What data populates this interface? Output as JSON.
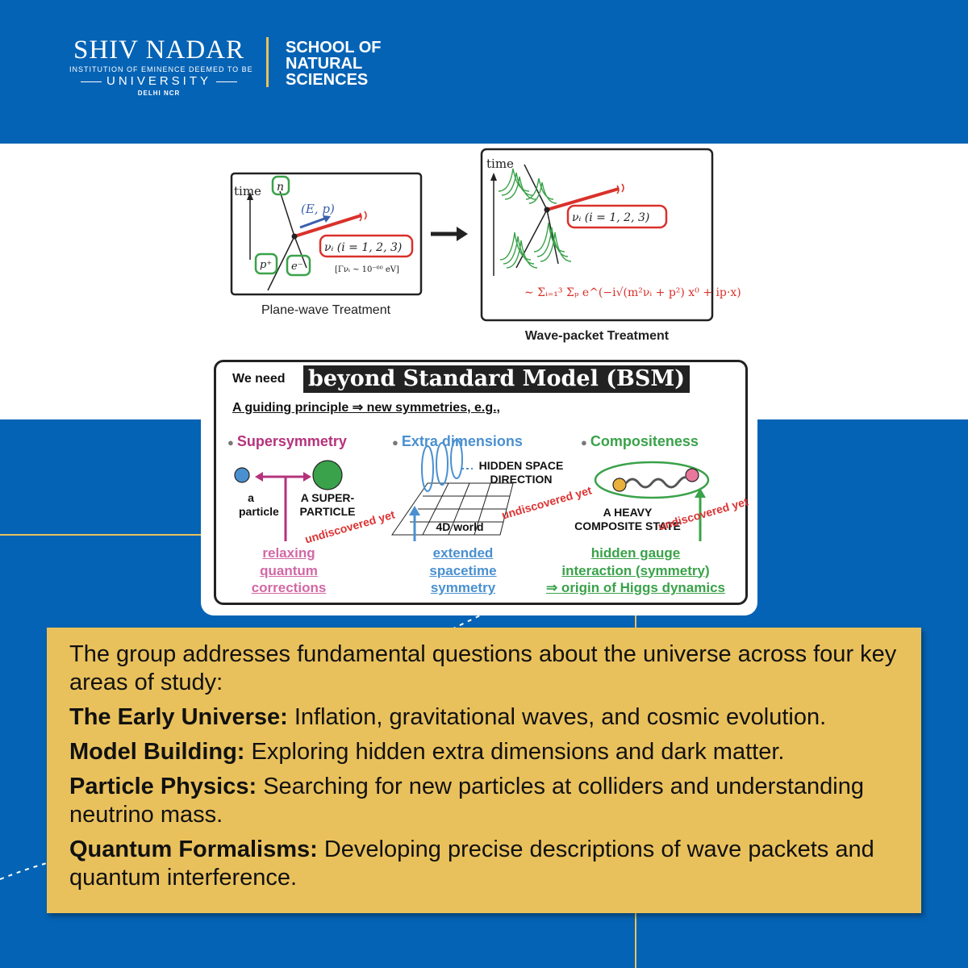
{
  "header": {
    "logo_name": "SHIV NADAR",
    "logo_tagline": "INSTITUTION OF EMINENCE DEEMED TO BE",
    "logo_university": "UNIVERSITY",
    "logo_location": "DELHI NCR",
    "school_line1": "SCHOOL OF",
    "school_line2": "NATURAL",
    "school_line3": "SCIENCES"
  },
  "colors": {
    "brand_blue": "#0563b5",
    "gold": "#e9c15c",
    "neutrino_red": "#d9312b",
    "wave_green": "#3aa24a",
    "susy_magenta": "#b5337d",
    "extra_dim_blue": "#4a90d0"
  },
  "plane_wave": {
    "axis_label": "time",
    "momentum_label": "(E, p)",
    "neutrino_label": "νᵢ (i = 1, 2, 3)",
    "width_label": "[Γνᵢ ∼ 10⁻⁶⁰ eV]",
    "particle_n": "n",
    "particle_p": "p⁺",
    "particle_e": "e⁻",
    "caption": "Plane-wave Treatment"
  },
  "wave_packet": {
    "axis_label": "time",
    "neutrino_label": "νᵢ (i = 1, 2, 3)",
    "formula": "∼ Σᵢ₌₁³ Σₚ e^(−i√(m²νᵢ + p²) x⁰ + ip·x)",
    "caption": "Wave-packet Treatment"
  },
  "bsm": {
    "we_need": "We need",
    "title": "beyond Standard Model (BSM)",
    "guiding": "A guiding principle ⇒ new symmetries, e.g.,",
    "undiscovered": "undiscovered yet",
    "susy": {
      "heading": "Supersymmetry",
      "particle_l1": "a",
      "particle_l2": "particle",
      "super_l1": "A SUPER-",
      "super_l2": "PARTICLE",
      "foot_l1": "relaxing",
      "foot_l2": "quantum",
      "foot_l3": "corrections"
    },
    "extra": {
      "heading": "Extra dimensions",
      "hidden_l1": "HIDDEN SPACE",
      "hidden_l2": "DIRECTION",
      "world": "4D world",
      "foot_l1": "extended",
      "foot_l2": "spacetime",
      "foot_l3": "symmetry"
    },
    "comp": {
      "heading": "Compositeness",
      "heavy_l1": "A HEAVY",
      "heavy_l2": "COMPOSITE STATE",
      "foot_l1": "hidden gauge",
      "foot_l2": "interaction (symmetry)",
      "foot_l3": "⇒ origin of Higgs dynamics"
    }
  },
  "info": {
    "intro": "The group addresses fundamental questions about the universe across four key areas of study:",
    "areas": [
      {
        "title": "The Early Universe:",
        "text": " Inflation, gravitational waves, and cosmic evolution."
      },
      {
        "title": "Model Building:",
        "text": " Exploring hidden extra dimensions and dark matter."
      },
      {
        "title": "Particle Physics:",
        "text": " Searching for new particles at colliders and understanding neutrino mass."
      },
      {
        "title": "Quantum Formalisms:",
        "text": " Developing precise descriptions of wave packets and quantum interference."
      }
    ]
  }
}
